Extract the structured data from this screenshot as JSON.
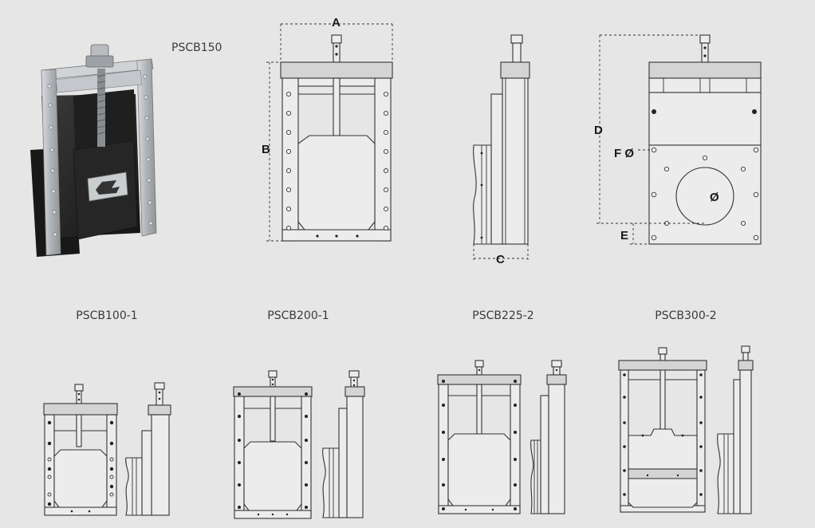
{
  "labels": {
    "main_model": "PSCB150",
    "models": [
      "PSCB100-1",
      "PSCB200-1",
      "PSCB225-2",
      "PSCB300-2"
    ]
  },
  "dimensions": {
    "a": "A",
    "b": "B",
    "c": "C",
    "d": "D",
    "e": "E",
    "f": "F Ø",
    "bore": "Ø"
  },
  "colors": {
    "background": "#e6e6e6",
    "frame_silver": "#b9bec3",
    "body_black": "#232323",
    "line": "#333333"
  }
}
